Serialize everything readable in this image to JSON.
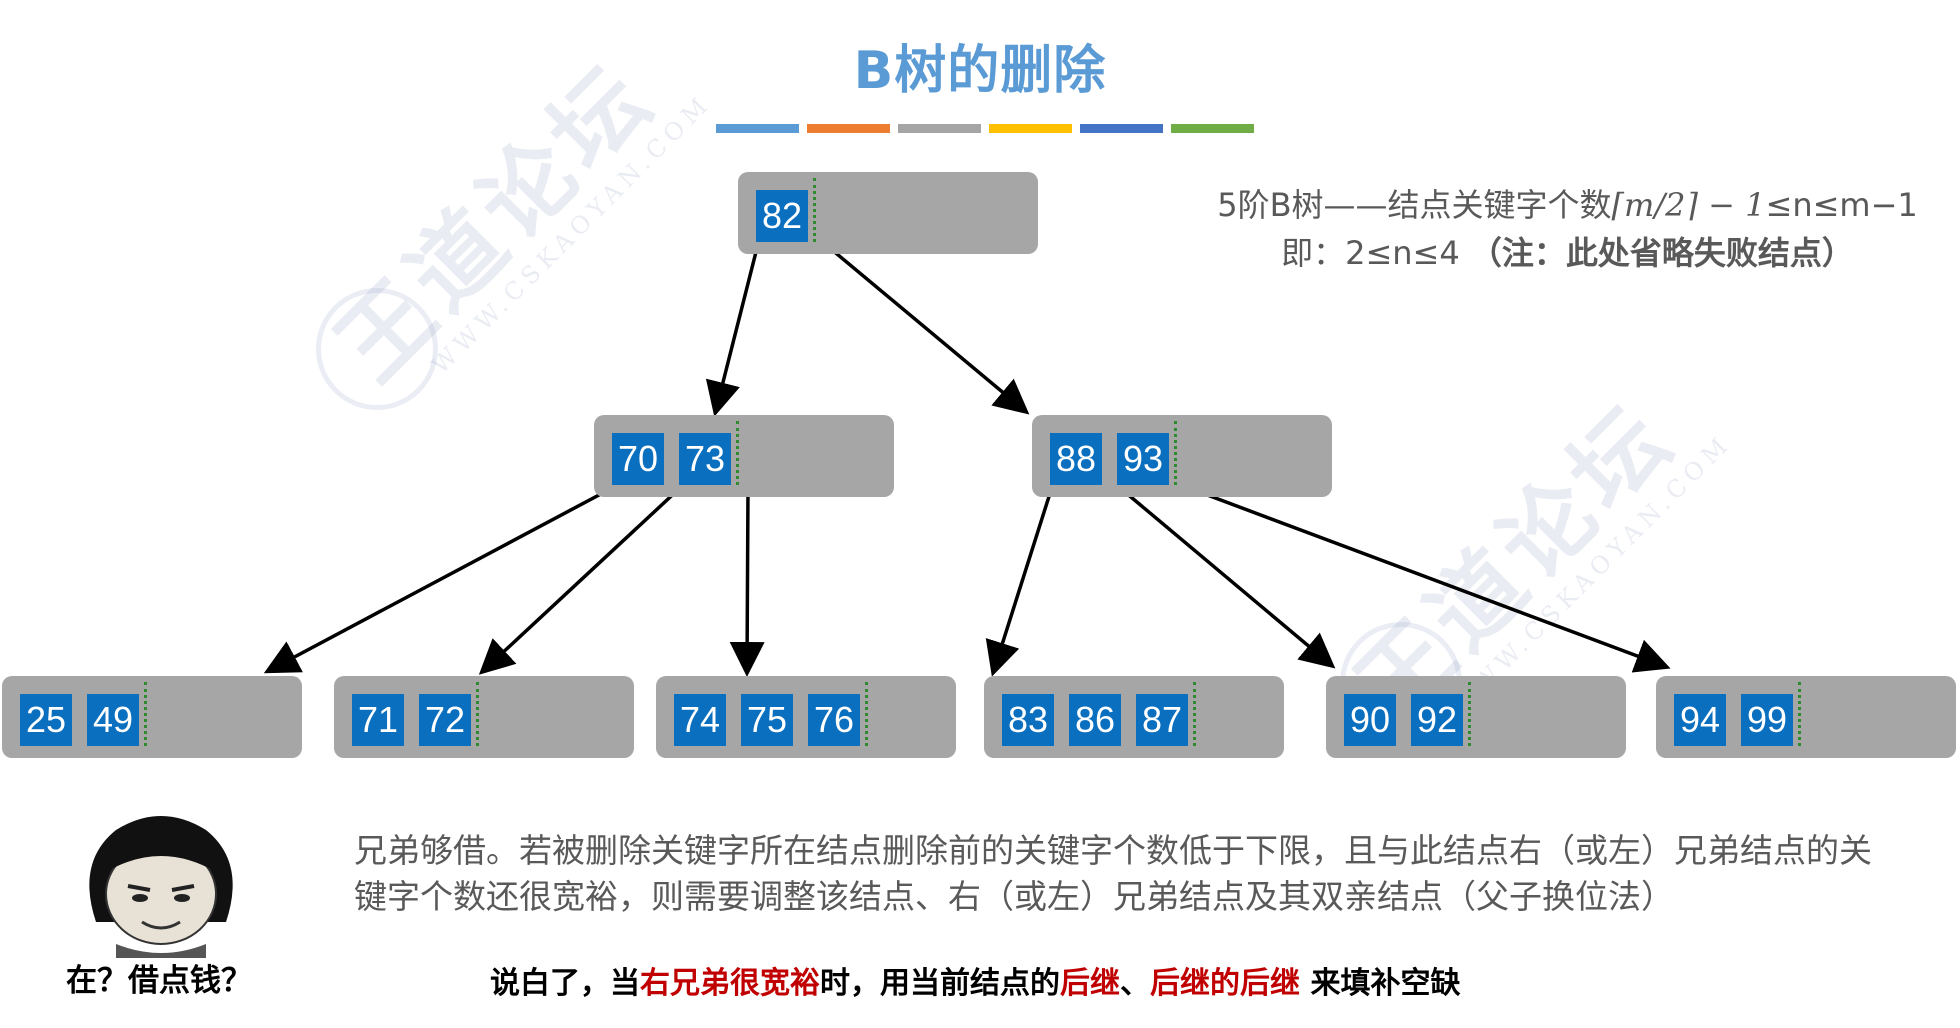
{
  "title": "B树的删除",
  "color_bar": [
    "#5b9bd5",
    "#ed7d31",
    "#a5a5a5",
    "#ffc000",
    "#4472c4",
    "#70ad47"
  ],
  "note": {
    "line1_a": "5阶B树——结点关键字个数",
    "line1_math": "⌈m/2⌉ − 1",
    "line1_b": "≤n≤m−1",
    "line2_a": "即：2≤n≤4",
    "line2_b": "（注：此处省略失败结点）"
  },
  "tree": {
    "root": {
      "keys": [
        "82"
      ]
    },
    "level1": [
      {
        "keys": [
          "70",
          "73"
        ]
      },
      {
        "keys": [
          "88",
          "93"
        ]
      }
    ],
    "leaves": [
      {
        "keys": [
          "25",
          "49"
        ]
      },
      {
        "keys": [
          "71",
          "72"
        ]
      },
      {
        "keys": [
          "74",
          "75",
          "76"
        ]
      },
      {
        "keys": [
          "83",
          "86",
          "87"
        ]
      },
      {
        "keys": [
          "90",
          "92"
        ]
      },
      {
        "keys": [
          "94",
          "99"
        ]
      }
    ]
  },
  "description": "兄弟够借。若被删除关键字所在结点删除前的关键字个数低于下限，且与此结点右（或左）兄弟结点的关键字个数还很宽裕，则需要调整该结点、右（或左）兄弟结点及其双亲结点（父子换位法）",
  "summary": {
    "part1": "说白了，当",
    "part2": "右兄弟很宽裕",
    "part3": "时，用当前结点的",
    "part4": "后继",
    "part5": "、",
    "part6": "后继的后继",
    "part7": " 来填补空缺"
  },
  "meme_caption": "在？借点钱？",
  "watermark": {
    "brand": "王道论坛",
    "url": "WWW.CSKAOYAN.COM"
  },
  "colors": {
    "title": "#5b9bd5",
    "node_bg": "#a6a6a6",
    "key_bg": "#0b6fbf",
    "highlight_red": "#c00000"
  }
}
